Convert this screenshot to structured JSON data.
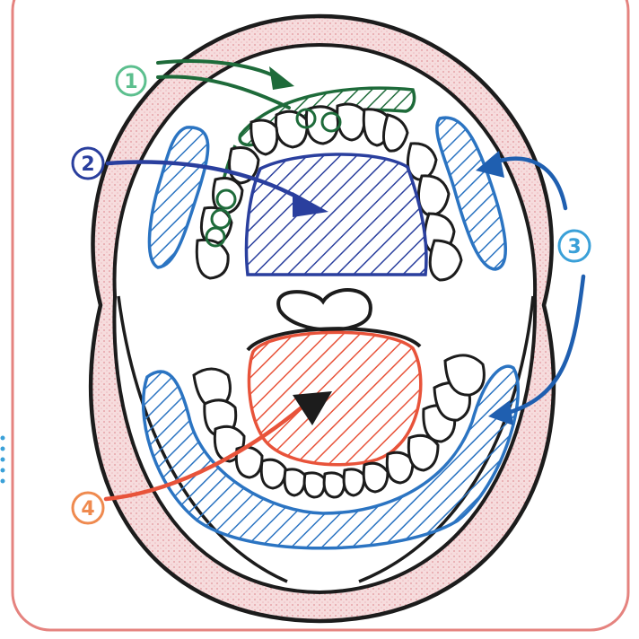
{
  "diagram": {
    "callouts": [
      {
        "id": "1",
        "label": "1",
        "color": "#5cbf8e",
        "arrow_color": "#1e6b3a"
      },
      {
        "id": "2",
        "label": "2",
        "color": "#2a3f9e",
        "arrow_color": "#2a3f9e"
      },
      {
        "id": "3",
        "label": "3",
        "color": "#3aa0d8",
        "arrow_color": "#1f5fb0"
      },
      {
        "id": "4",
        "label": "4",
        "color": "#ef8a4f",
        "arrow_color": "#e8533a"
      }
    ],
    "colors": {
      "frame": "#e5837f",
      "outline": "#1c1c1c",
      "lip_fill": "#f3d2d4",
      "gum_green": "#1e6b3a",
      "palate_blue": "#2a3f9e",
      "cheek_blue": "#2b74c2",
      "tongue_orange": "#e8533a"
    }
  }
}
